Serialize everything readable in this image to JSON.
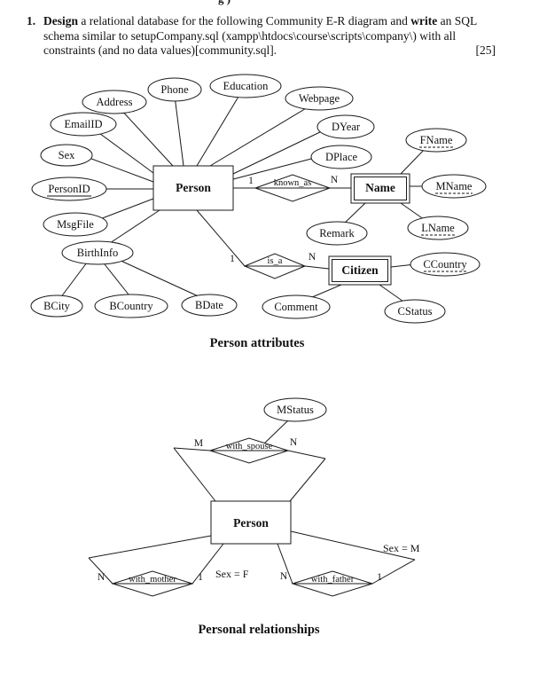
{
  "page": {
    "header_fragment": "g )"
  },
  "question": {
    "number": "1.",
    "bold1": "Design",
    "text1": " a relational database for the following Community E-R diagram and ",
    "bold2": "write",
    "text2": " an SQL",
    "line2": "schema similar to setupCompany.sql (xampp\\htdocs\\course\\scripts\\company\\)  with all",
    "line3": "constraints (and no data values)[community.sql].",
    "marks": "[25]"
  },
  "d1": {
    "caption": "Person attributes",
    "entities": {
      "person": "Person",
      "name": "Name",
      "citizen": "Citizen"
    },
    "rels": {
      "known_as": "known_as",
      "is_a": "is_a"
    },
    "attrs": {
      "address": "Address",
      "phone": "Phone",
      "education": "Education",
      "webpage": "Webpage",
      "emailid": "EmailID",
      "sex": "Sex",
      "personid": "PersonID",
      "msgfile": "MsgFile",
      "birthinfo": "BirthInfo",
      "dyear": "DYear",
      "dplace": "DPlace",
      "fname": "FName",
      "mname": "MName",
      "lname": "LName",
      "remark": "Remark",
      "ccountry": "CCountry",
      "comment": "Comment",
      "cstatus": "CStatus",
      "bcity": "BCity",
      "bcountry": "BCountry",
      "bdate": "BDate"
    },
    "card": {
      "one": "1",
      "n": "N"
    }
  },
  "d2": {
    "caption": "Personal relationships",
    "entity": "Person",
    "attrs": {
      "mstatus": "MStatus"
    },
    "rels": {
      "with_spouse": "with_spouse",
      "with_mother": "with_mother",
      "with_father": "with_father"
    },
    "card": {
      "m": "M",
      "n": "N",
      "one": "1"
    },
    "constraints": {
      "sex_f": "Sex = F",
      "sex_m": "Sex = M"
    }
  }
}
